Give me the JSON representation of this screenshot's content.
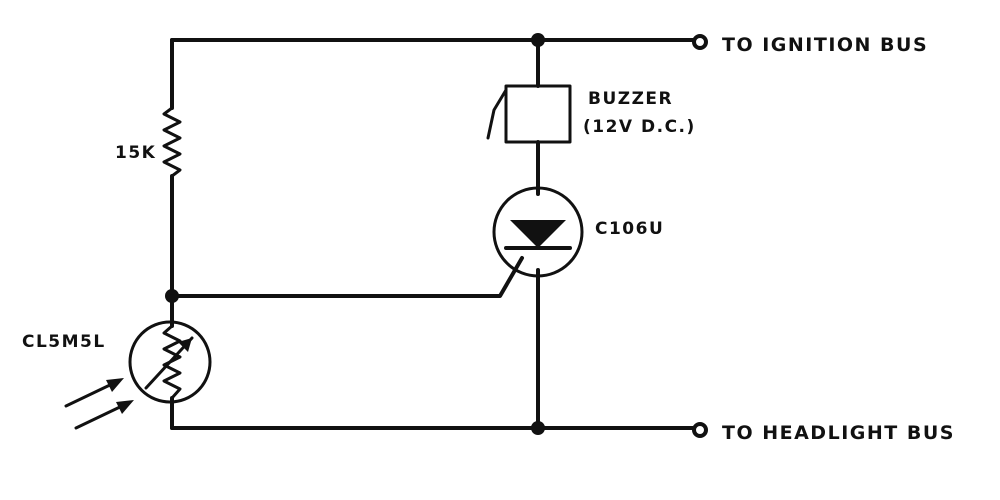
{
  "labels": {
    "ignition_bus": "TO IGNITION BUS",
    "headlight_bus": "TO HEADLIGHT BUS",
    "buzzer_line1": "BUZZER",
    "buzzer_line2": "(12V D.C.)",
    "scr": "C106U",
    "resistor": "15K",
    "photocell": "CL5M5L"
  },
  "colors": {
    "ink": "#111111",
    "background": "#ffffff"
  }
}
